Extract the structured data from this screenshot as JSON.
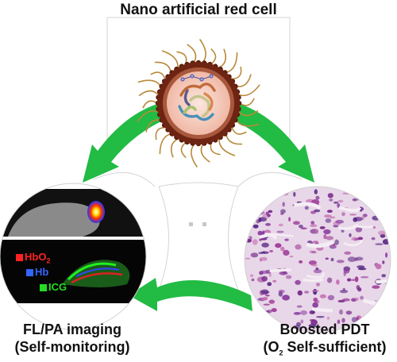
{
  "title": "Nano artificial red cell",
  "left_caption": {
    "line1": "FL/PA imaging",
    "line2": "(Self-monitoring)"
  },
  "right_caption": {
    "line1": "Boosted PDT",
    "line2_prefix": "(O",
    "line2_sub": "2",
    "line2_suffix": " Self-sufficient)"
  },
  "legend": [
    {
      "label": "HbO",
      "sub": "2",
      "color": "#ff2222"
    },
    {
      "label": "Hb",
      "sub": "",
      "color": "#3366ff"
    },
    {
      "label": "ICG",
      "sub": "",
      "color": "#22dd22"
    }
  ],
  "colors": {
    "arrow": "#22bb44",
    "shell": "#7a2a14",
    "core": "#f6d2c6",
    "tissue": "#a0409a"
  }
}
